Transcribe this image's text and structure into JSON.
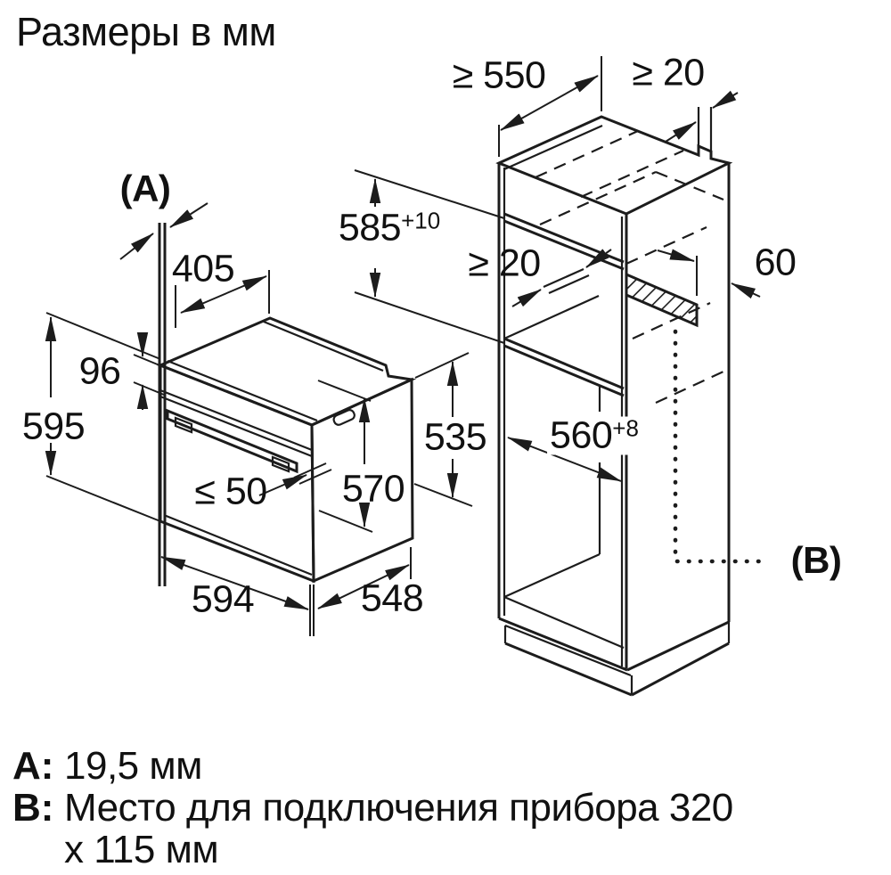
{
  "title": "Размеры в мм",
  "oven": {
    "callout_a": "(A)",
    "dim_top_depth": "405",
    "dim_panel_height": "96",
    "dim_height": "595",
    "dim_handle_gap": "≤ 50",
    "dim_door_height": "570",
    "dim_body_height": "535",
    "dim_width": "594",
    "dim_body_depth": "548"
  },
  "cabinet": {
    "callout_b": "(B)",
    "dim_min_depth": "≥ 550",
    "dim_top_rear_gap": "≥ 20",
    "dim_niche_height": "585",
    "dim_niche_height_tol": "+10",
    "dim_mid_rear_gap": "≥ 20",
    "dim_connection_offset": "60",
    "dim_niche_width": "560",
    "dim_niche_width_tol": "+8"
  },
  "legend": {
    "a_key": "A:",
    "a_value": "19,5 мм",
    "b_key": "B:",
    "b_value_line1": "Место для подключения прибора 320",
    "b_value_line2": "х 115 мм"
  },
  "colors": {
    "line": "#1c1c1c",
    "background": "#ffffff"
  }
}
